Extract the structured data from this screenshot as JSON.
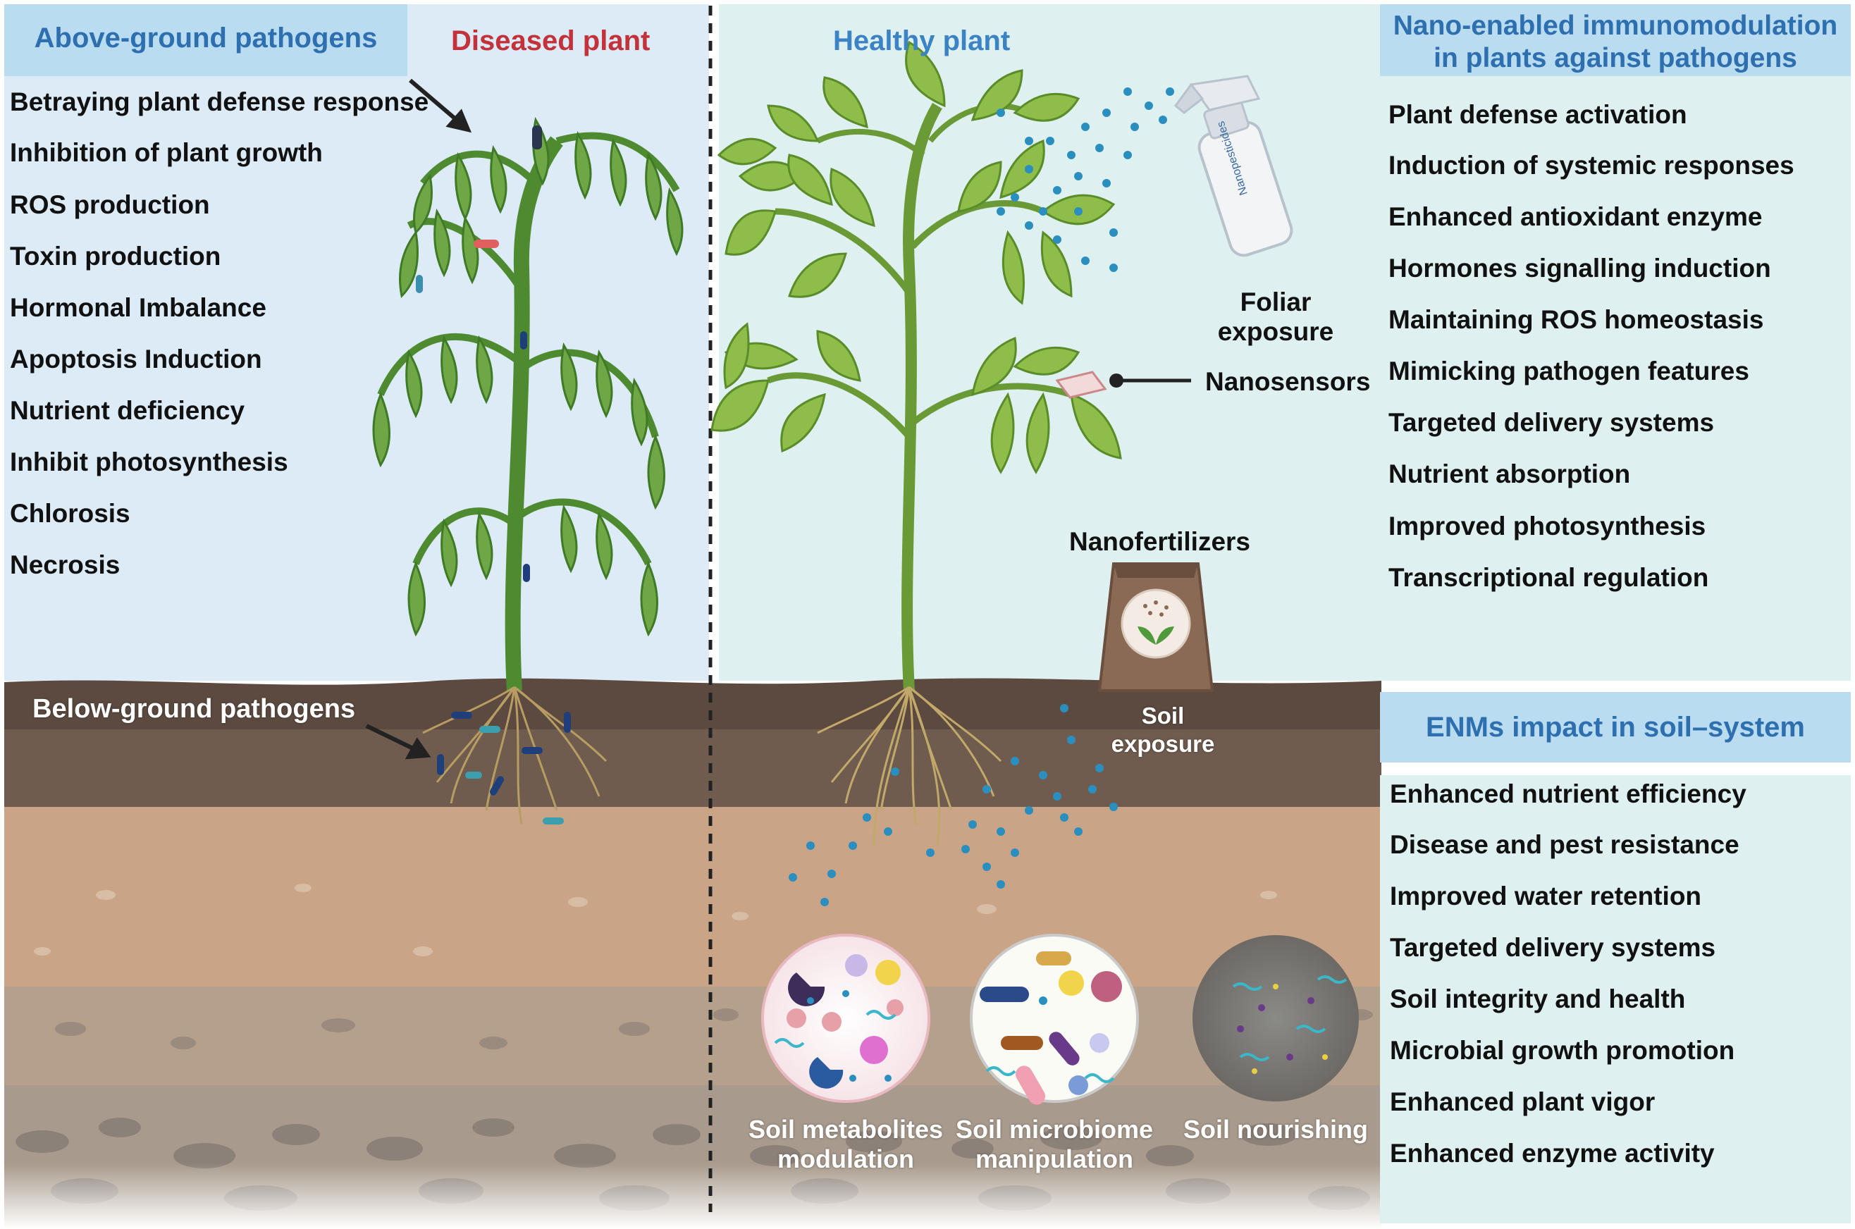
{
  "left_panel": {
    "header": "Above-ground pathogens",
    "plant_label": "Diseased plant",
    "effects": [
      "Betraying plant defense response",
      "Inhibition of plant growth",
      "ROS production",
      "Toxin production",
      "Hormonal Imbalance",
      "Apoptosis Induction",
      "Nutrient deficiency",
      "Inhibit photosynthesis",
      "Chlorosis",
      "Necrosis"
    ],
    "below_label": "Below-ground pathogens"
  },
  "middle_panel": {
    "plant_label": "Healthy plant",
    "spray_bottle_text": "Nanopesticides",
    "foliar_label_1": "Foliar",
    "foliar_label_2": "exposure",
    "nanosensors_label": "Nanosensors",
    "fertilizer_label": "Nanofertilizers",
    "soil_exposure_1": "Soil",
    "soil_exposure_2": "exposure",
    "circles": [
      {
        "line1": "Soil metabolites",
        "line2": "modulation"
      },
      {
        "line1": "Soil microbiome",
        "line2": "manipulation"
      },
      {
        "line1": "Soil nourishing",
        "line2": ""
      }
    ]
  },
  "right_panel": {
    "header_line1": "Nano-enabled immunomodulation",
    "header_line2": "in plants against pathogens",
    "benefits": [
      "Plant defense activation",
      "Induction of systemic responses",
      "Enhanced antioxidant enzyme",
      "Hormones signalling induction",
      "Maintaining ROS homeostasis",
      "Mimicking pathogen features",
      "Targeted delivery systems",
      "Nutrient absorption",
      "Improved photosynthesis",
      "Transcriptional regulation"
    ],
    "soil_header": "ENMs impact in soil–system",
    "soil_benefits": [
      "Enhanced nutrient efficiency",
      "Disease and pest resistance",
      "Improved water retention",
      "Targeted delivery systems",
      "Soil integrity and health",
      "Microbial growth promotion",
      "Enhanced plant vigor",
      "Enhanced enzyme activity"
    ]
  },
  "colors": {
    "sky_left": "#dcebf6",
    "sky_right": "#dff0f0",
    "header_bg": "#b9dcf0",
    "header_text": "#2e6fb0",
    "diseased_label": "#c3323a",
    "healthy_label": "#3b83c4",
    "topsoil": "#5c4a40",
    "midsoil": "#c9a487",
    "rocky_soil": "#a89a8c",
    "nanoparticle": "#2a8fbf"
  },
  "icons": [
    "arrow-icon",
    "spray-bottle-icon",
    "fertilizer-bag-icon",
    "nanosensor-chip-icon",
    "nanoparticle-dot-icon"
  ]
}
